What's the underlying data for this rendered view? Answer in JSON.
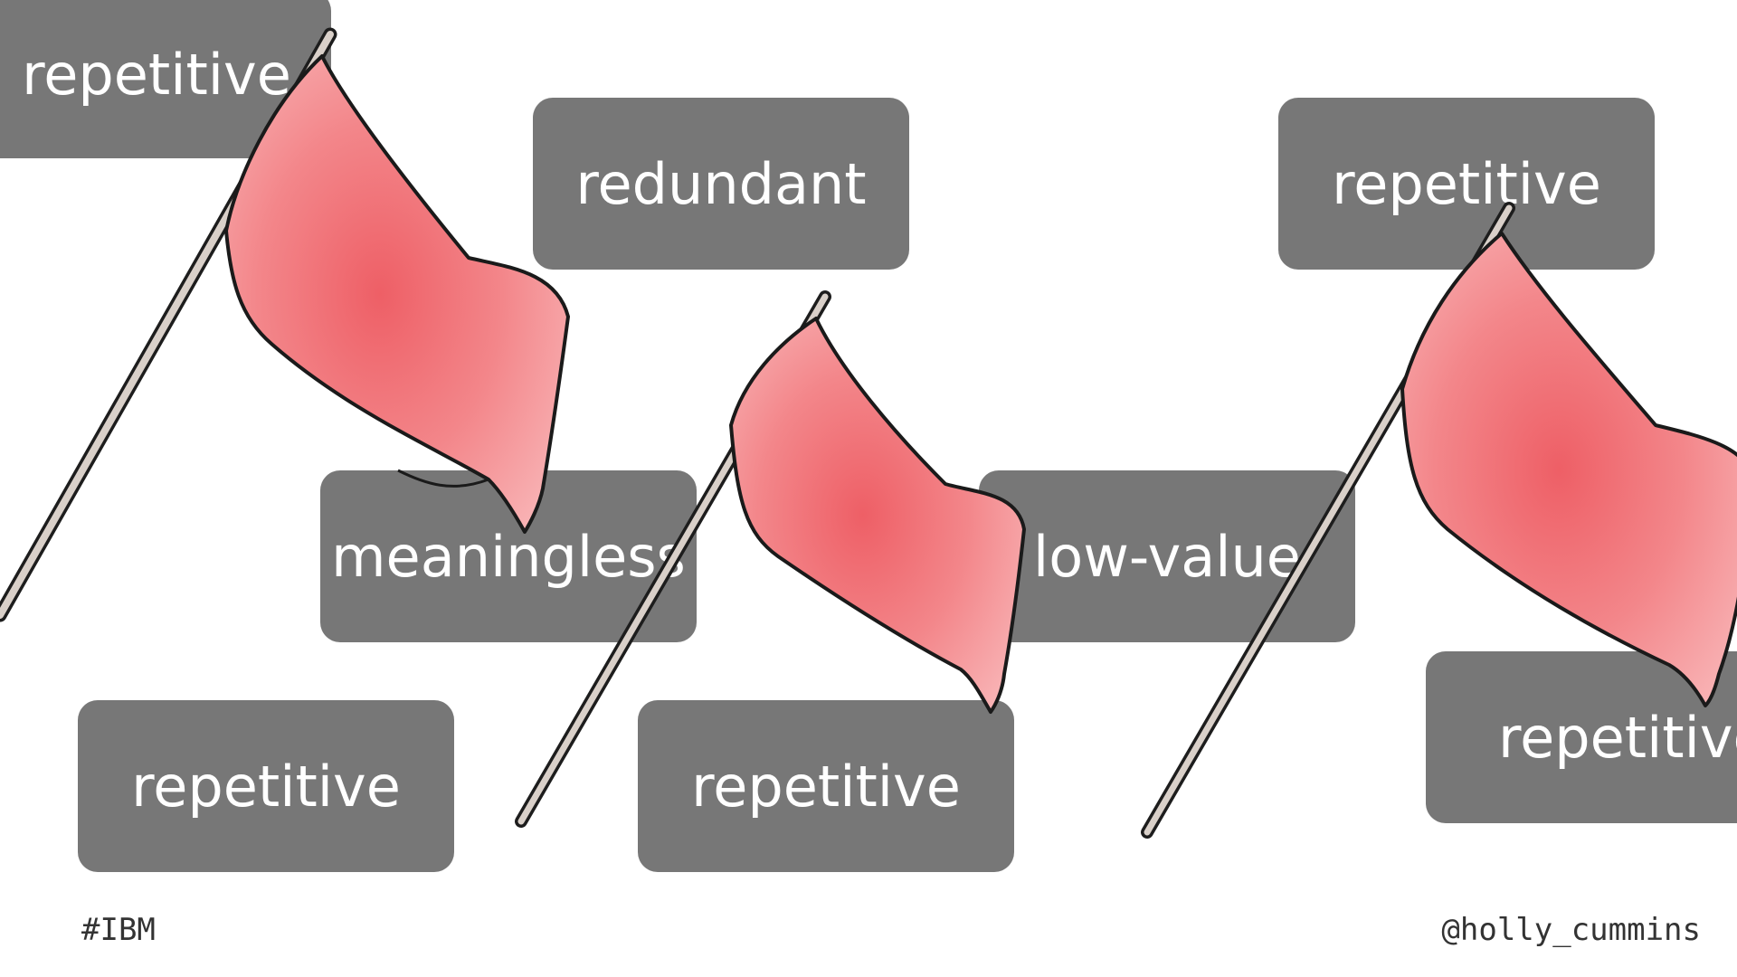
{
  "tags": {
    "t1": "repetitive",
    "t2": "redundant",
    "t3": "repetitive",
    "t4": "meaningless",
    "t5": "low-value",
    "t6": "repetitive",
    "t7": "repetitive",
    "t8": "repetitive"
  },
  "footer": {
    "hashtag": "#IBM",
    "handle": "@holly_cummins"
  },
  "icons": {
    "flag": "red-flag-icon"
  },
  "colors": {
    "tag_background": "#777777",
    "tag_text": "#ffffff",
    "flag_fill": "#f07a7d",
    "pole": "#d9d0c9"
  }
}
